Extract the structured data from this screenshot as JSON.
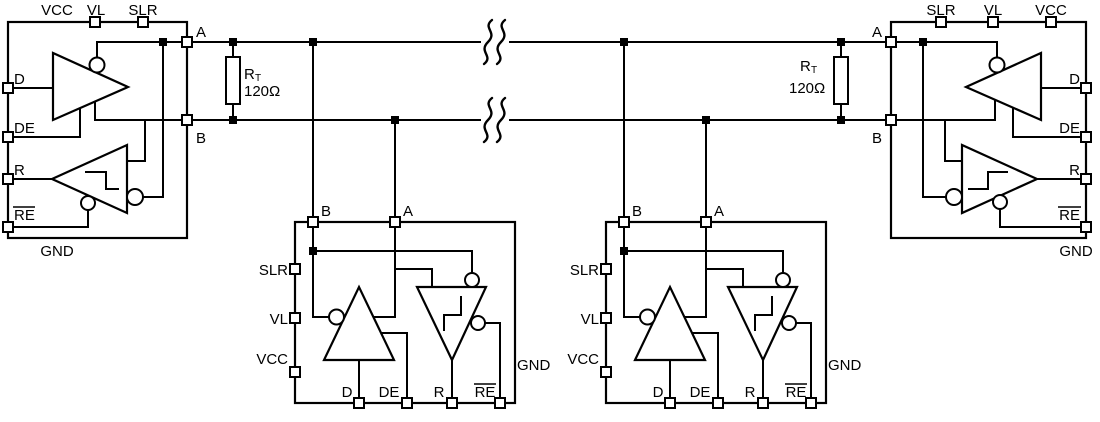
{
  "labels": {
    "vcc": "VCC",
    "vl": "VL",
    "slr": "SLR",
    "d": "D",
    "de": "DE",
    "r": "R",
    "re": "RE",
    "a": "A",
    "b": "B",
    "gnd": "GND"
  },
  "terminator": {
    "ref": "R",
    "ref_sub": "T",
    "value": "120Ω"
  },
  "devices": [
    {
      "id": "left-end-transceiver",
      "top_pins": [
        "VCC",
        "VL",
        "SLR"
      ],
      "data_pins": [
        "D",
        "DE",
        "R",
        "RE"
      ],
      "bus_pins": [
        "A",
        "B"
      ],
      "power_label": "GND"
    },
    {
      "id": "mid-bus-transceiver-1",
      "bus_pins": [
        "B",
        "A"
      ],
      "side_pins": [
        "SLR",
        "VL",
        "VCC"
      ],
      "data_pins": [
        "D",
        "DE",
        "R",
        "RE"
      ],
      "power_label": "GND"
    },
    {
      "id": "mid-bus-transceiver-2",
      "bus_pins": [
        "B",
        "A"
      ],
      "side_pins": [
        "SLR",
        "VL",
        "VCC"
      ],
      "data_pins": [
        "D",
        "DE",
        "R",
        "RE"
      ],
      "power_label": "GND"
    },
    {
      "id": "right-end-transceiver",
      "top_pins": [
        "SLR",
        "VL",
        "VCC"
      ],
      "data_pins": [
        "D",
        "DE",
        "R",
        "RE"
      ],
      "bus_pins": [
        "A",
        "B"
      ],
      "power_label": "GND"
    }
  ]
}
